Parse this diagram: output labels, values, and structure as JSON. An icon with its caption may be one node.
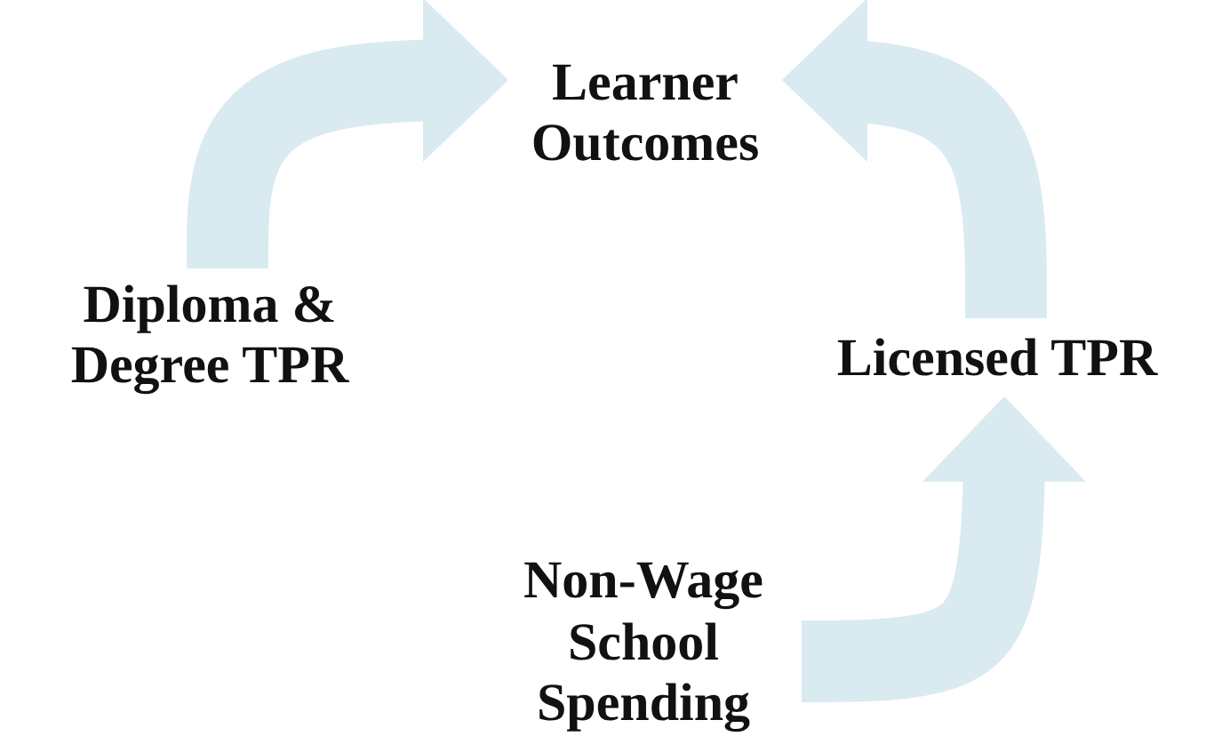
{
  "diagram": {
    "nodes": [
      {
        "text": [
          "Learner Outcomes"
        ]
      },
      {
        "text": [
          "Diploma & Degree TPR"
        ]
      },
      {
        "text": [
          "Licensed TPR"
        ]
      },
      {
        "text": [
          "Non-Wage School Spending"
        ]
      }
    ],
    "edges": [
      {
        "from": 1,
        "to": 0,
        "arrow": "to"
      },
      {
        "from": 2,
        "to": 0,
        "arrow": "to"
      },
      {
        "from": 3,
        "to": 2,
        "arrow": "to"
      }
    ]
  }
}
